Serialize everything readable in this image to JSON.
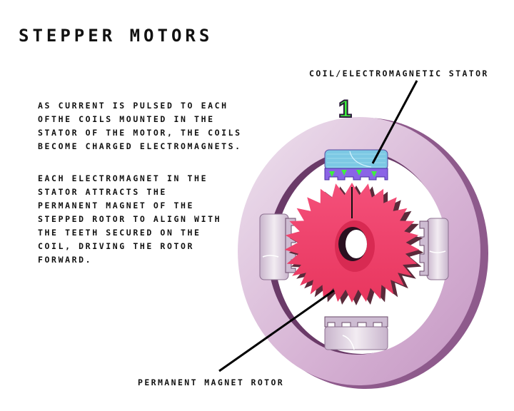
{
  "title": "STEPPER MOTORS",
  "paragraphs": [
    "AS CURRENT IS PULSED TO EACH\nOFTHE COILS MOUNTED IN THE\nSTATOR OF THE MOTOR, THE COILS\nBECOME CHARGED ELECTROMAGNETS.",
    "EACH ELECTROMAGNET IN THE\nSTATOR ATTRACTS THE\nPERMANENT MAGNET OF THE\nSTEPPED ROTOR TO ALIGN WITH\nTHE TEETH SECURED ON THE\nCOIL, DRIVING THE ROTOR\nFORWARD."
  ],
  "labels": {
    "coil": "COIL/ELECTROMAGNETIC STATOR",
    "rotor": "PERMANENT MAGNET ROTOR"
  },
  "step_number": "1",
  "colors": {
    "ring": "#d9b6d6",
    "ring_dark": "#9a6a96",
    "rotor": "#f0486e",
    "active_coil": "#78c8e0",
    "active_pole": "#8a64e6",
    "indicator": "#3ef03e",
    "coil_idle": "#ddd0e0"
  }
}
